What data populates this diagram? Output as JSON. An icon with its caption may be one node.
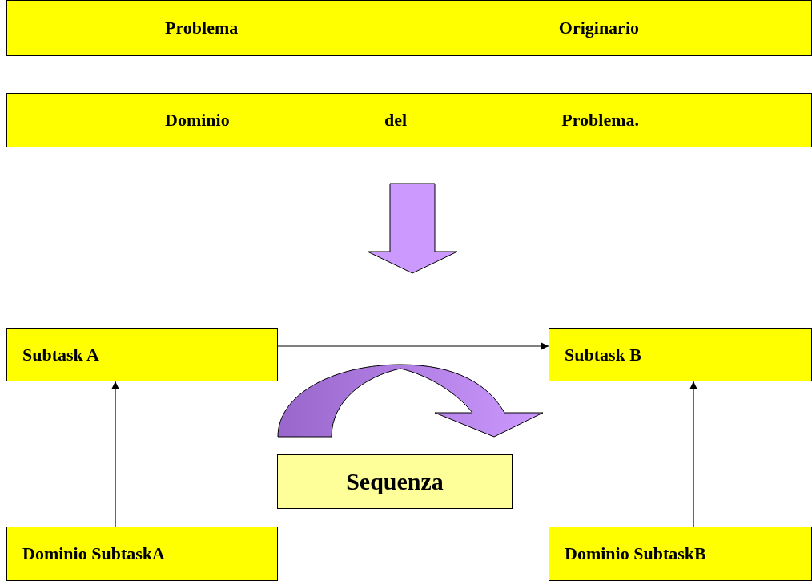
{
  "diagram": {
    "nodes": [
      {
        "text": [
          "Problema Originario"
        ]
      },
      {
        "text": [
          "Dominio del Problema."
        ]
      },
      {
        "text": [
          "Subtask A"
        ]
      },
      {
        "text": [
          "Subtask B"
        ]
      },
      {
        "text": [
          "Sequenza"
        ]
      },
      {
        "text": [
          "Dominio SubtaskA"
        ]
      },
      {
        "text": [
          "Dominio SubtaskB"
        ]
      }
    ],
    "edges": [
      {
        "from": 2,
        "to": 3,
        "arrow": "to"
      },
      {
        "from": 5,
        "to": 2,
        "arrow": "to"
      },
      {
        "from": 6,
        "to": 3,
        "arrow": "to"
      }
    ]
  }
}
